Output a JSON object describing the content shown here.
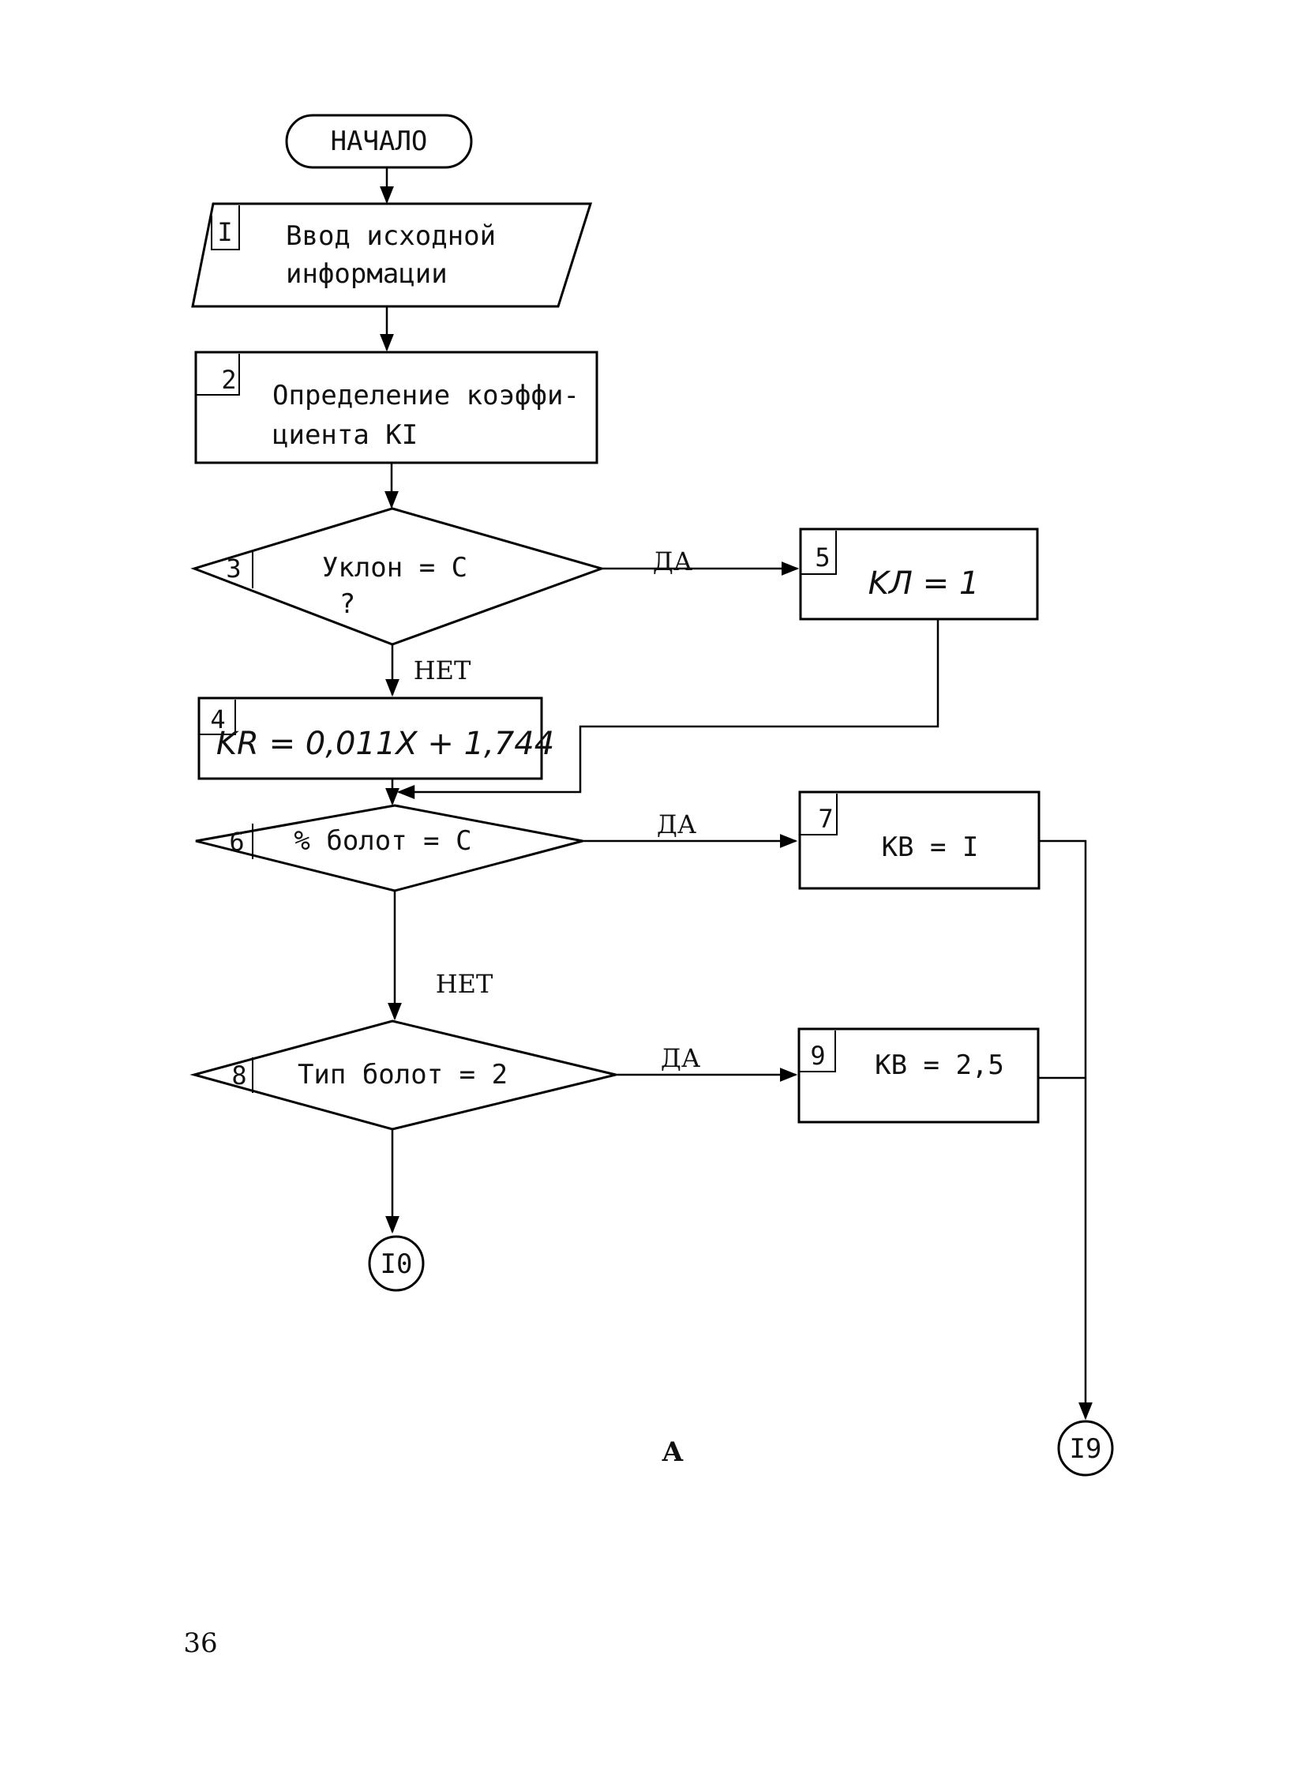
{
  "start": "НАЧАЛО",
  "blocks": {
    "b1": {
      "num": "I",
      "line1": "Ввод исходной",
      "line2": "информации"
    },
    "b2": {
      "num": "2",
      "line1": "Определение коэффи-",
      "line2": "циента KI"
    },
    "b3": {
      "num": "3",
      "line1": "Уклон = C",
      "line2": "?"
    },
    "b4": {
      "num": "4",
      "text": "KR = 0,011X + 1,744"
    },
    "b5": {
      "num": "5",
      "text": "KЛ = 1"
    },
    "b6": {
      "num": "6",
      "text": "% болот = C"
    },
    "b7": {
      "num": "7",
      "text": "KB = I"
    },
    "b8": {
      "num": "8",
      "text": "Тип болот = 2"
    },
    "b9": {
      "num": "9",
      "text": "KB = 2,5"
    }
  },
  "labels": {
    "yes": "ДА",
    "no": "НЕТ"
  },
  "connectors": {
    "c10": "I0",
    "c19": "I9"
  },
  "center_mark": "А",
  "page_number": "36"
}
